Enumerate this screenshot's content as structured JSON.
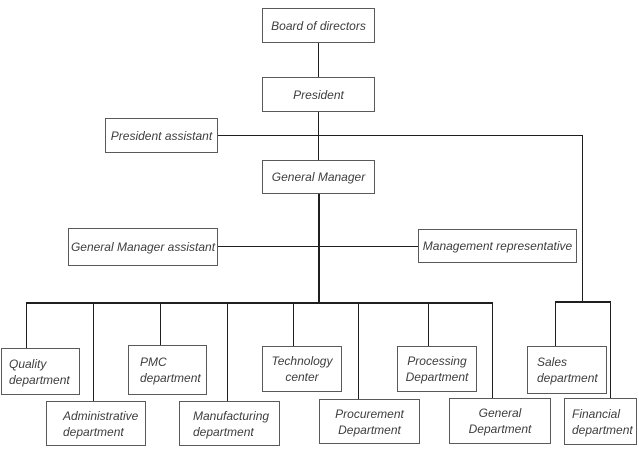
{
  "diagram": {
    "type": "org-chart",
    "colors": {
      "line_color": "#1f1f1f",
      "box_border": "#5a5a5a",
      "text_color": "#3d3d3d",
      "canvas_bg": "#ffffff"
    },
    "nodes": {
      "board_of_directors": "Board of directors",
      "president": "President",
      "president_assistant": "President assistant",
      "general_manager": "General Manager",
      "general_manager_assistant": "General Manager assistant",
      "management_representative": "Management representative",
      "quality_department": "Quality\ndepartment",
      "administrative_department": "Administrative\ndepartment",
      "pmc_department": "PMC\ndepartment",
      "manufacturing_department": "Manufacturing\ndepartment",
      "technology_center": "Technology\ncenter",
      "procurement_department": "Procurement\nDepartment",
      "processing_department": "Processing\nDepartment",
      "general_department": "General\nDepartment",
      "sales_department": "Sales\ndepartment",
      "financial_department": "Financial\ndepartment"
    },
    "hierarchy": {
      "top_chain": [
        "board_of_directors",
        "president",
        "general_manager"
      ],
      "staff_positions": [
        "president_assistant",
        "general_manager_assistant",
        "management_representative"
      ],
      "general_manager_reports": [
        "quality_department",
        "administrative_department",
        "pmc_department",
        "manufacturing_department",
        "technology_center",
        "procurement_department",
        "processing_department",
        "general_department"
      ],
      "right_branch_reports": [
        "sales_department",
        "financial_department"
      ]
    }
  }
}
